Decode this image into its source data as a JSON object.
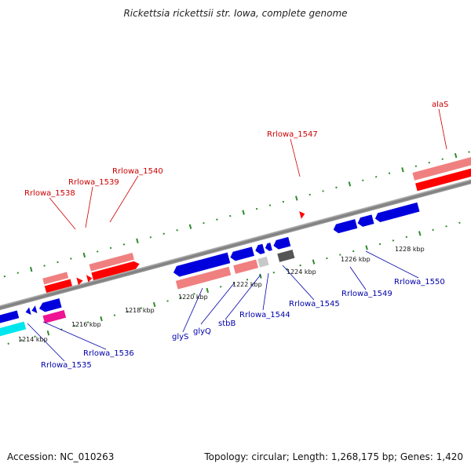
{
  "title": "Rickettsia rickettsii str. Iowa, complete genome",
  "footer": {
    "accession": "Accession: NC_010263",
    "summary": "Topology: circular; Length: 1,268,175 bp; Genes: 1,420"
  },
  "colors": {
    "backbone": "#888888",
    "tick": "#2e8b2e",
    "forward_label": "#cc0000",
    "reverse_label": "#0000aa",
    "forward_cds": "#ff0000",
    "forward_gene": "#f08080",
    "reverse_cds": "#0000dd",
    "reverse_gene": "#f08080",
    "rna": "#00e5ee",
    "trna": "#ee1493",
    "misc": "#c8c8c8",
    "misc_dark": "#555555"
  },
  "tick_labels": [
    "1214 kbp",
    "1216 kbp",
    "1218 kbp",
    "1220 kbp",
    "1222 kbp",
    "1224 kbp",
    "1226 kbp",
    "1228 kbp"
  ],
  "forward_labels": [
    "Rrlowa_1538",
    "Rrlowa_1539",
    "Rrlowa_1540",
    "Rrlowa_1547",
    "alaS"
  ],
  "reverse_labels": [
    "Rrlowa_1535",
    "Rrlowa_1536",
    "glyS",
    "glyQ",
    "stbB",
    "Rrlowa_1544",
    "Rrlowa_1545",
    "Rrlowa_1549",
    "Rrlowa_1550"
  ]
}
